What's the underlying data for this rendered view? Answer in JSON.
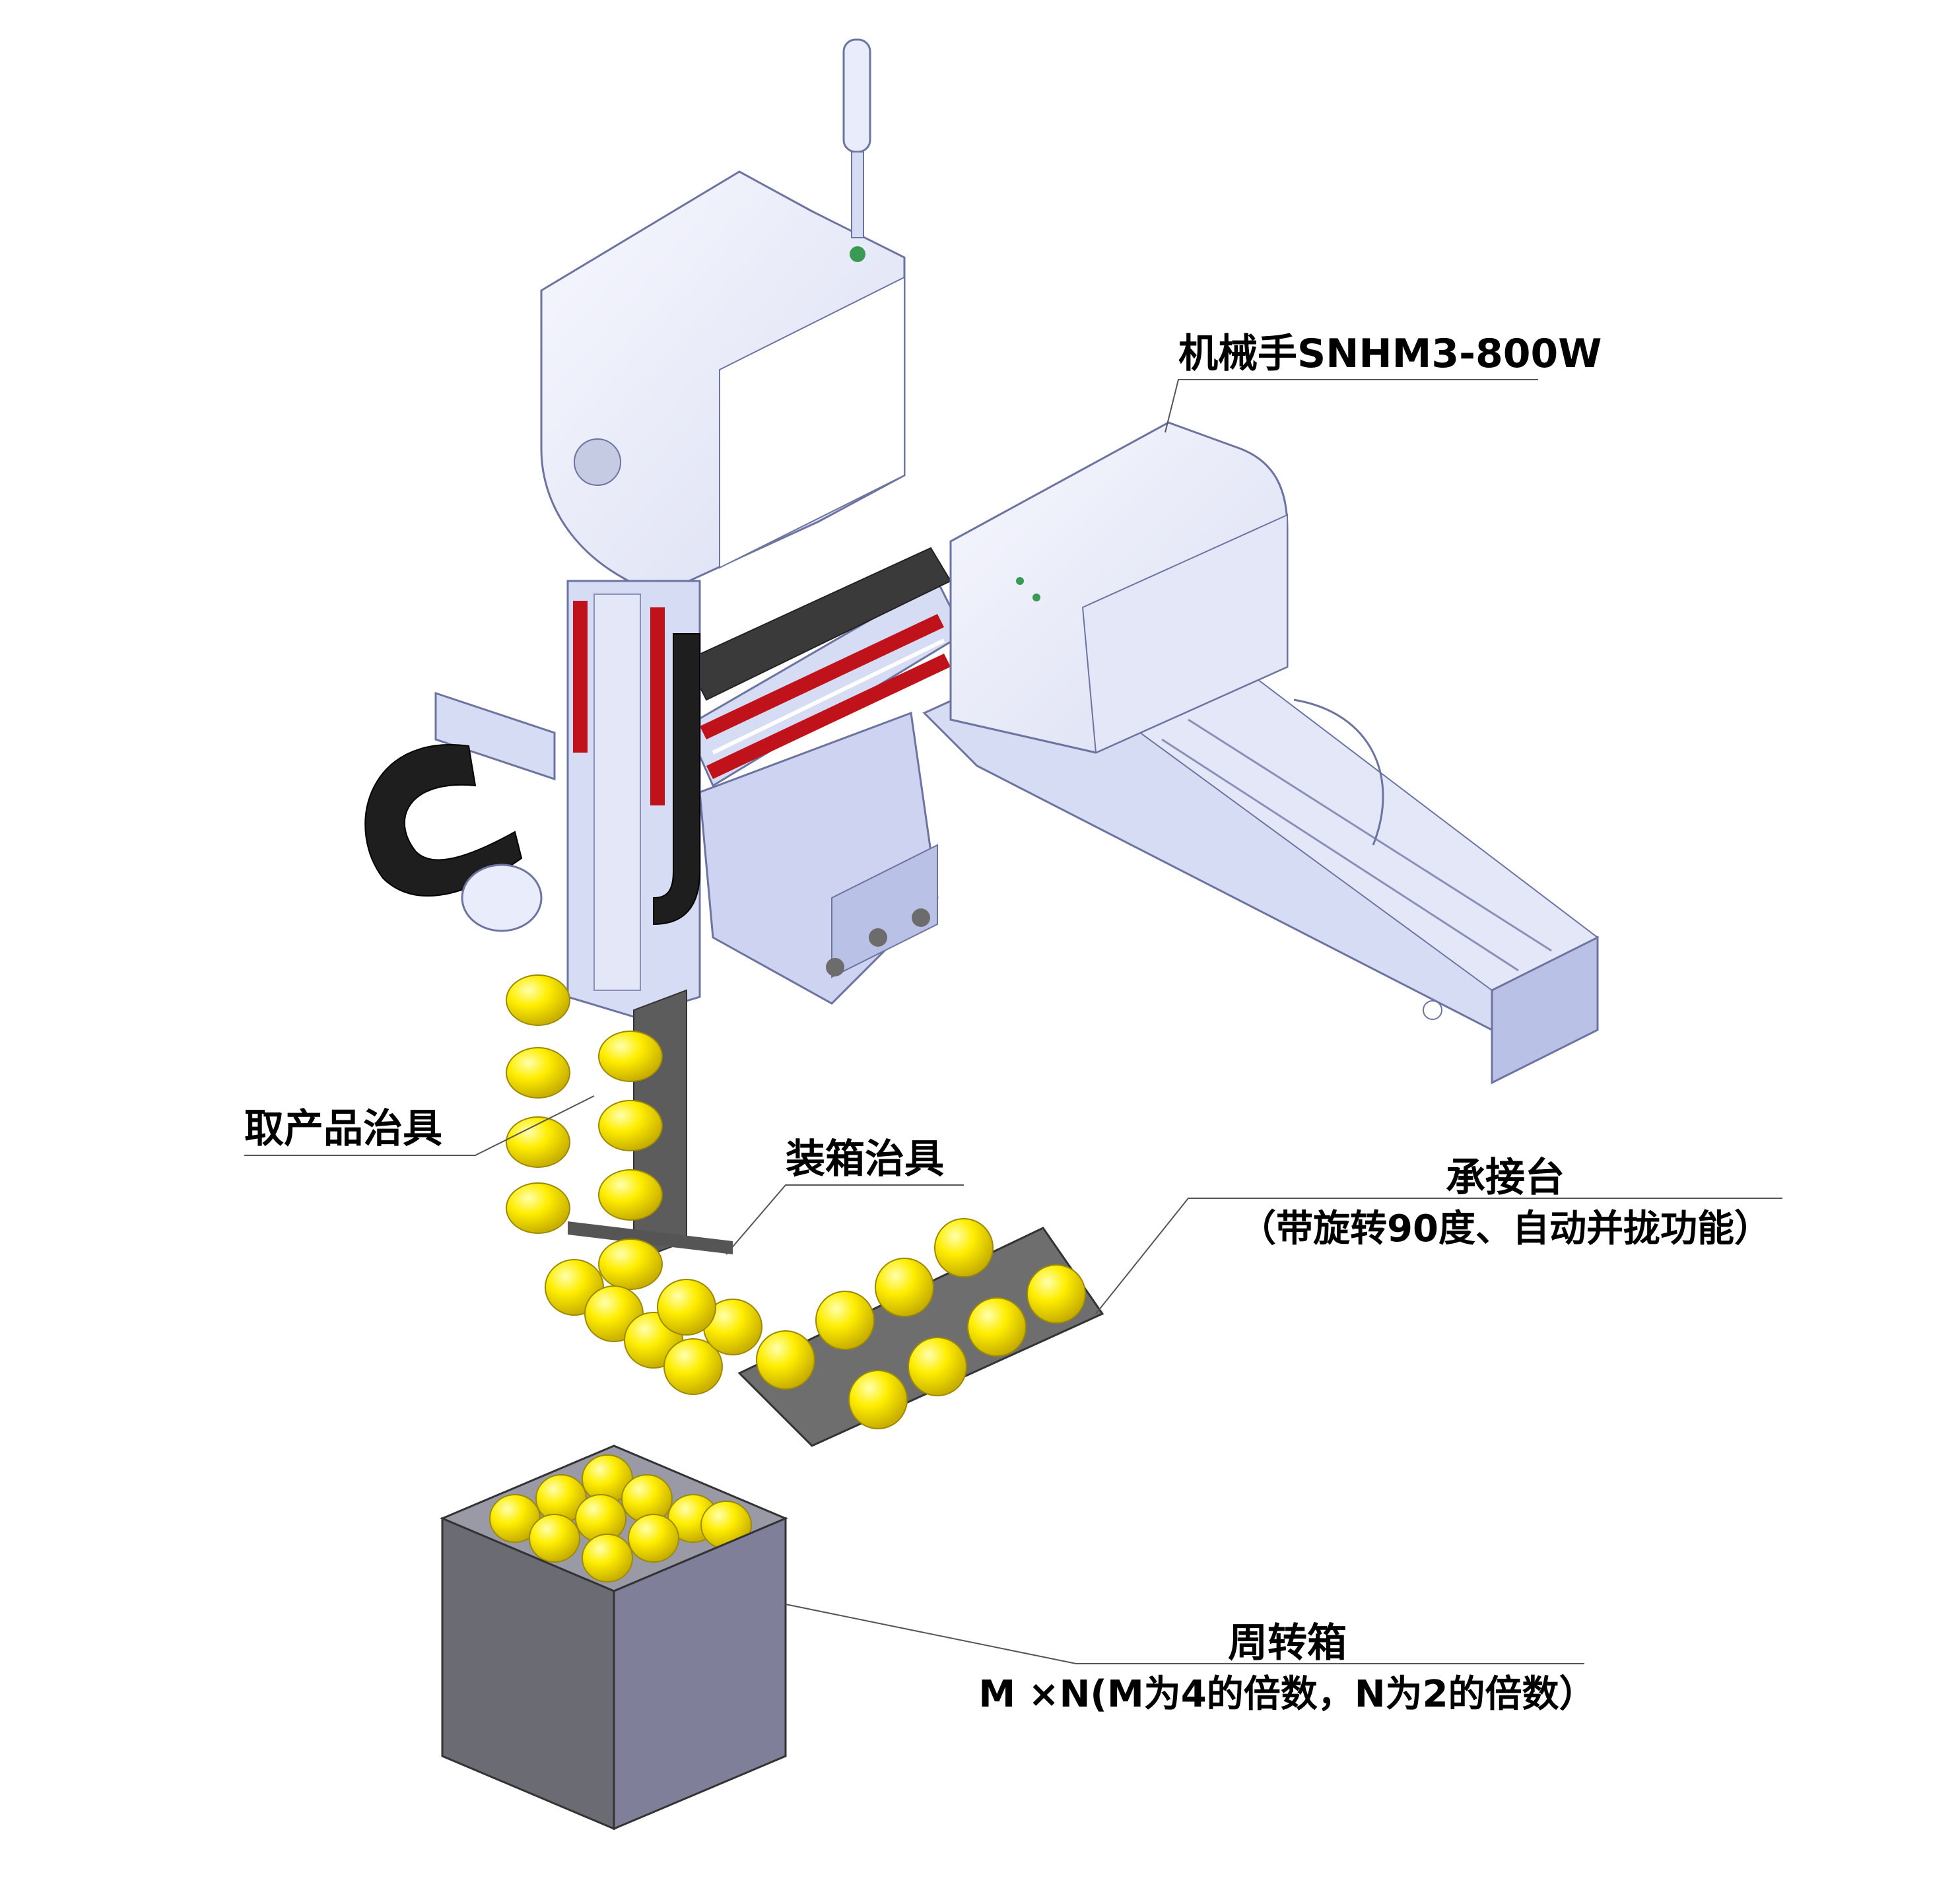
{
  "labels": {
    "robot": "机械手SNHM3-800W",
    "pick_fixture": "取产品治具",
    "box_fixture": "装箱治具",
    "platform_title": "承接台",
    "platform_note": "（带旋转90度、自动并拢功能）",
    "crate_title": "周转箱",
    "crate_note": "M ×N(M为4的倍数，N为2的倍数）"
  },
  "colors": {
    "frame": "#d6dcf4",
    "frame_shade": "#b9c1e6",
    "frame_edge": "#6d74a0",
    "housing": "#eef0fa",
    "rail_red": "#c0121a",
    "cable_black": "#222222",
    "product_yellow": "#ffec00",
    "plate_gray": "#707070",
    "crate_left": "#6b6b73",
    "crate_right": "#7f7f99",
    "crate_top": "#9a9aa6",
    "leader": "#555555"
  }
}
